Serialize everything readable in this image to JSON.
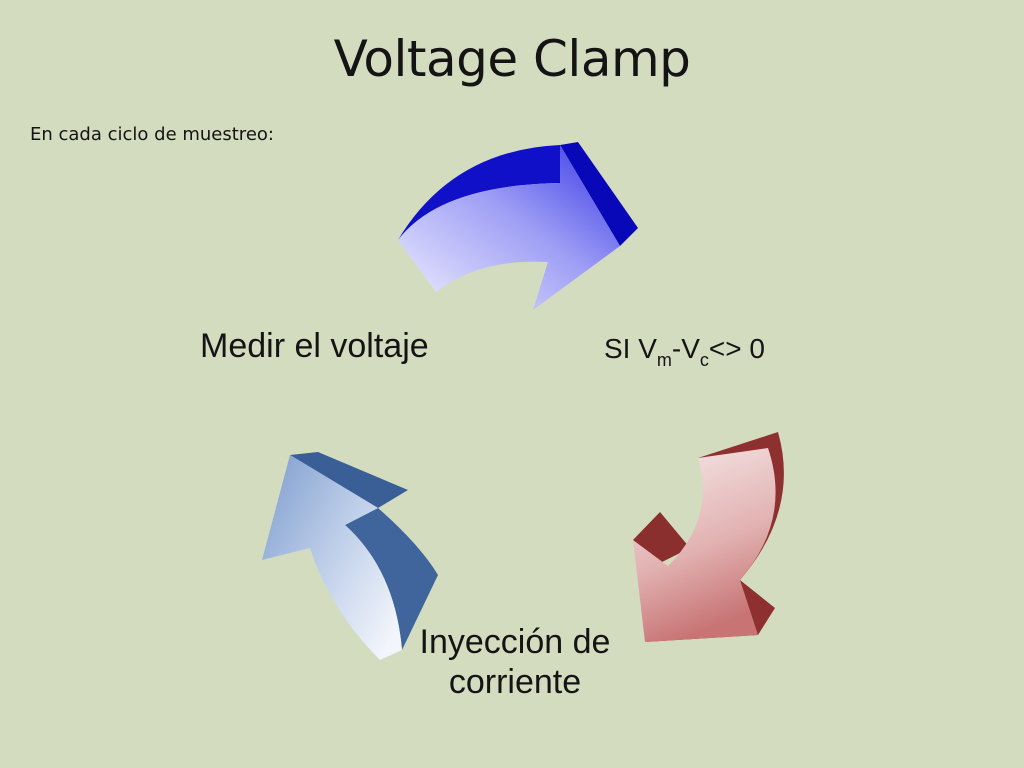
{
  "title": "Voltage Clamp",
  "subtitle": "En cada ciclo de muestreo:",
  "nodes": {
    "measure": "Medir el voltaje",
    "condition": {
      "prefix": "SI V",
      "sub1": "m",
      "middle": "-V",
      "sub2": "c",
      "suffix": "<> 0"
    },
    "injection_line1": "Inyección de",
    "injection_line2": "corriente"
  },
  "colors": {
    "background": "#d4dcc0",
    "arrow_blue_dark": "#1010c8",
    "arrow_blue_light": "#eaeaff",
    "arrow_red_dark": "#8e3030",
    "arrow_red_light": "#f4e6e6",
    "arrow_steel_dark": "#3f659c",
    "arrow_steel_light": "#eef2fa"
  },
  "icons": [
    "curved-arrow-top-icon",
    "curved-arrow-right-icon",
    "curved-arrow-left-icon"
  ]
}
